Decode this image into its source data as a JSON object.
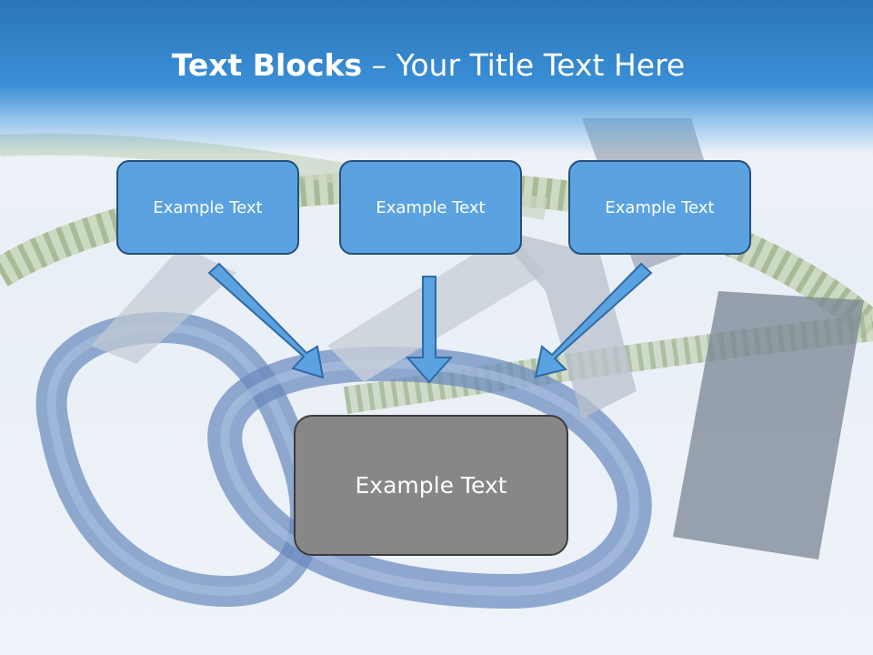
{
  "title": {
    "bold": "Text Blocks",
    "separator": " – ",
    "rest": "Your Title Text Here"
  },
  "top_boxes": [
    {
      "label": "Example Text"
    },
    {
      "label": "Example Text"
    },
    {
      "label": "Example Text"
    }
  ],
  "bottom_box": {
    "label": "Example Text"
  },
  "colors": {
    "header": "#3a8fd6",
    "box_fill": "#5aa3e0",
    "box_border": "#274e7a",
    "arrow_fill": "#5aa3e0",
    "bottom_fill": "#878787"
  }
}
